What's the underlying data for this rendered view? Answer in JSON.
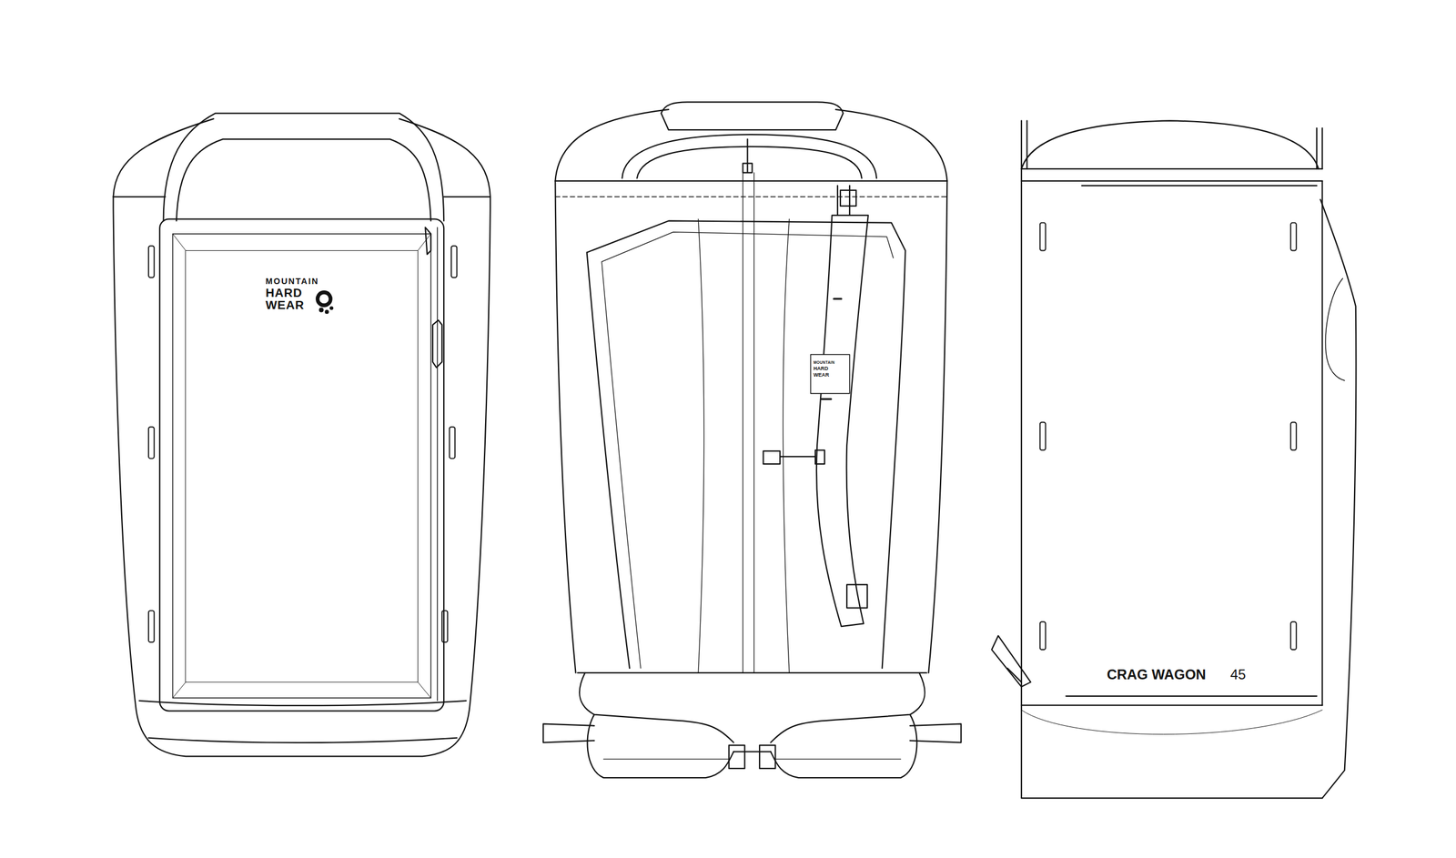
{
  "diagram": {
    "labels": [
      "MOUNTAIN",
      "HARD",
      "WEAR",
      "MOUNTAIN",
      "HARD",
      "WEAR",
      "CRAG WAGON",
      "45"
    ]
  }
}
